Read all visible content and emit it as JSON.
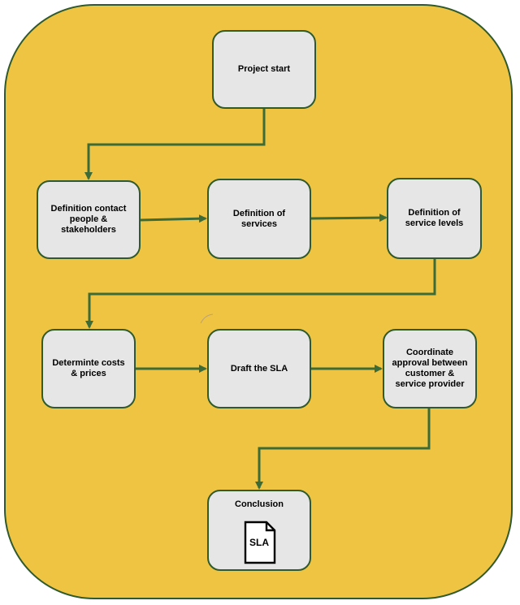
{
  "colors": {
    "background": "#f0c443",
    "border": "#2f5a2c",
    "node_fill": "#e6e6e6",
    "arrow": "#3d6b38",
    "text": "#000000"
  },
  "nodes": {
    "project_start": "Project start",
    "definition_contact": "Definition contact people & stakeholders",
    "definition_services": "Definition of services",
    "definition_service_levels": "Definition of service levels",
    "determine_costs": "Determinte costs & prices",
    "draft_sla": "Draft the SLA",
    "coordinate_approval": "Coordinate approval between customer & service provider",
    "conclusion": "Conclusion"
  },
  "document_icon": {
    "icon": "document-icon",
    "label": "SLA"
  }
}
